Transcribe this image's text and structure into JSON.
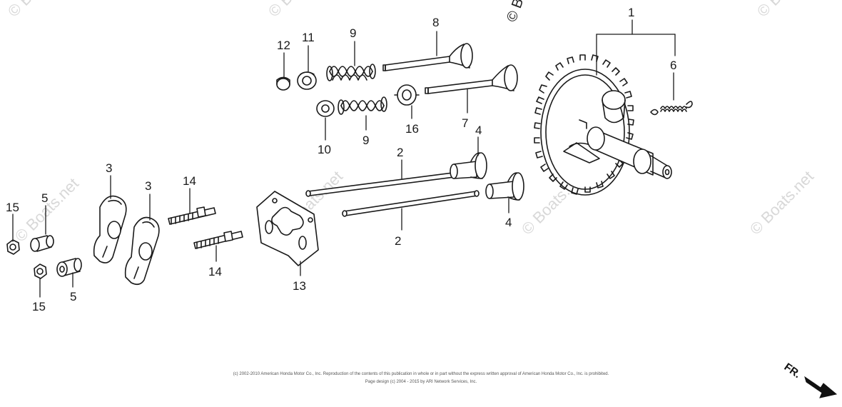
{
  "watermark": {
    "text": "© Boats.net"
  },
  "callouts": {
    "c1": "1",
    "c2a": "2",
    "c2b": "2",
    "c3a": "3",
    "c3b": "3",
    "c4a": "4",
    "c4b": "4",
    "c5a": "5",
    "c5b": "5",
    "c6": "6",
    "c7": "7",
    "c8": "8",
    "c9a": "9",
    "c9b": "9",
    "c10": "10",
    "c11": "11",
    "c12": "12",
    "c13": "13",
    "c14a": "14",
    "c14b": "14",
    "c15a": "15",
    "c15b": "15",
    "c16": "16"
  },
  "footer": {
    "copyright_line1": "(c) 2002-2010 American Honda Motor Co., Inc. Reproduction of the contents of this publication in whole or in part without the express written approval of American Honda Motor Co., Inc. is prohibited.",
    "copyright_line2": "Page design (c) 2004 - 2015 by ARI Network Services, Inc."
  },
  "direction_marker": {
    "label": "FR."
  },
  "colors": {
    "line": "#1a1a1a",
    "watermark": "#d8d8d8",
    "background": "#ffffff"
  }
}
